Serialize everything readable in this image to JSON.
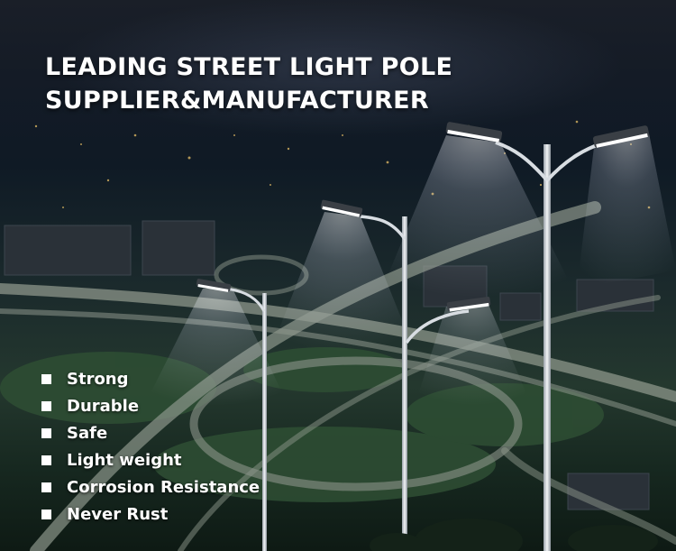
{
  "headline": {
    "line1": "LEADING STREET LIGHT POLE",
    "line2": "SUPPLIER&MANUFACTURER"
  },
  "features": [
    {
      "label": "Strong"
    },
    {
      "label": "Durable"
    },
    {
      "label": "Safe"
    },
    {
      "label": "Light weight"
    },
    {
      "label": "Corrosion Resistance"
    },
    {
      "label": "Never Rust"
    }
  ],
  "colors": {
    "text": "#ffffff",
    "night_sky": "#1a1f28",
    "lamp_glow": "#f4f6ff",
    "pole": "#d8dde2",
    "road": "#7b8577",
    "grass": "#2c4a32"
  }
}
